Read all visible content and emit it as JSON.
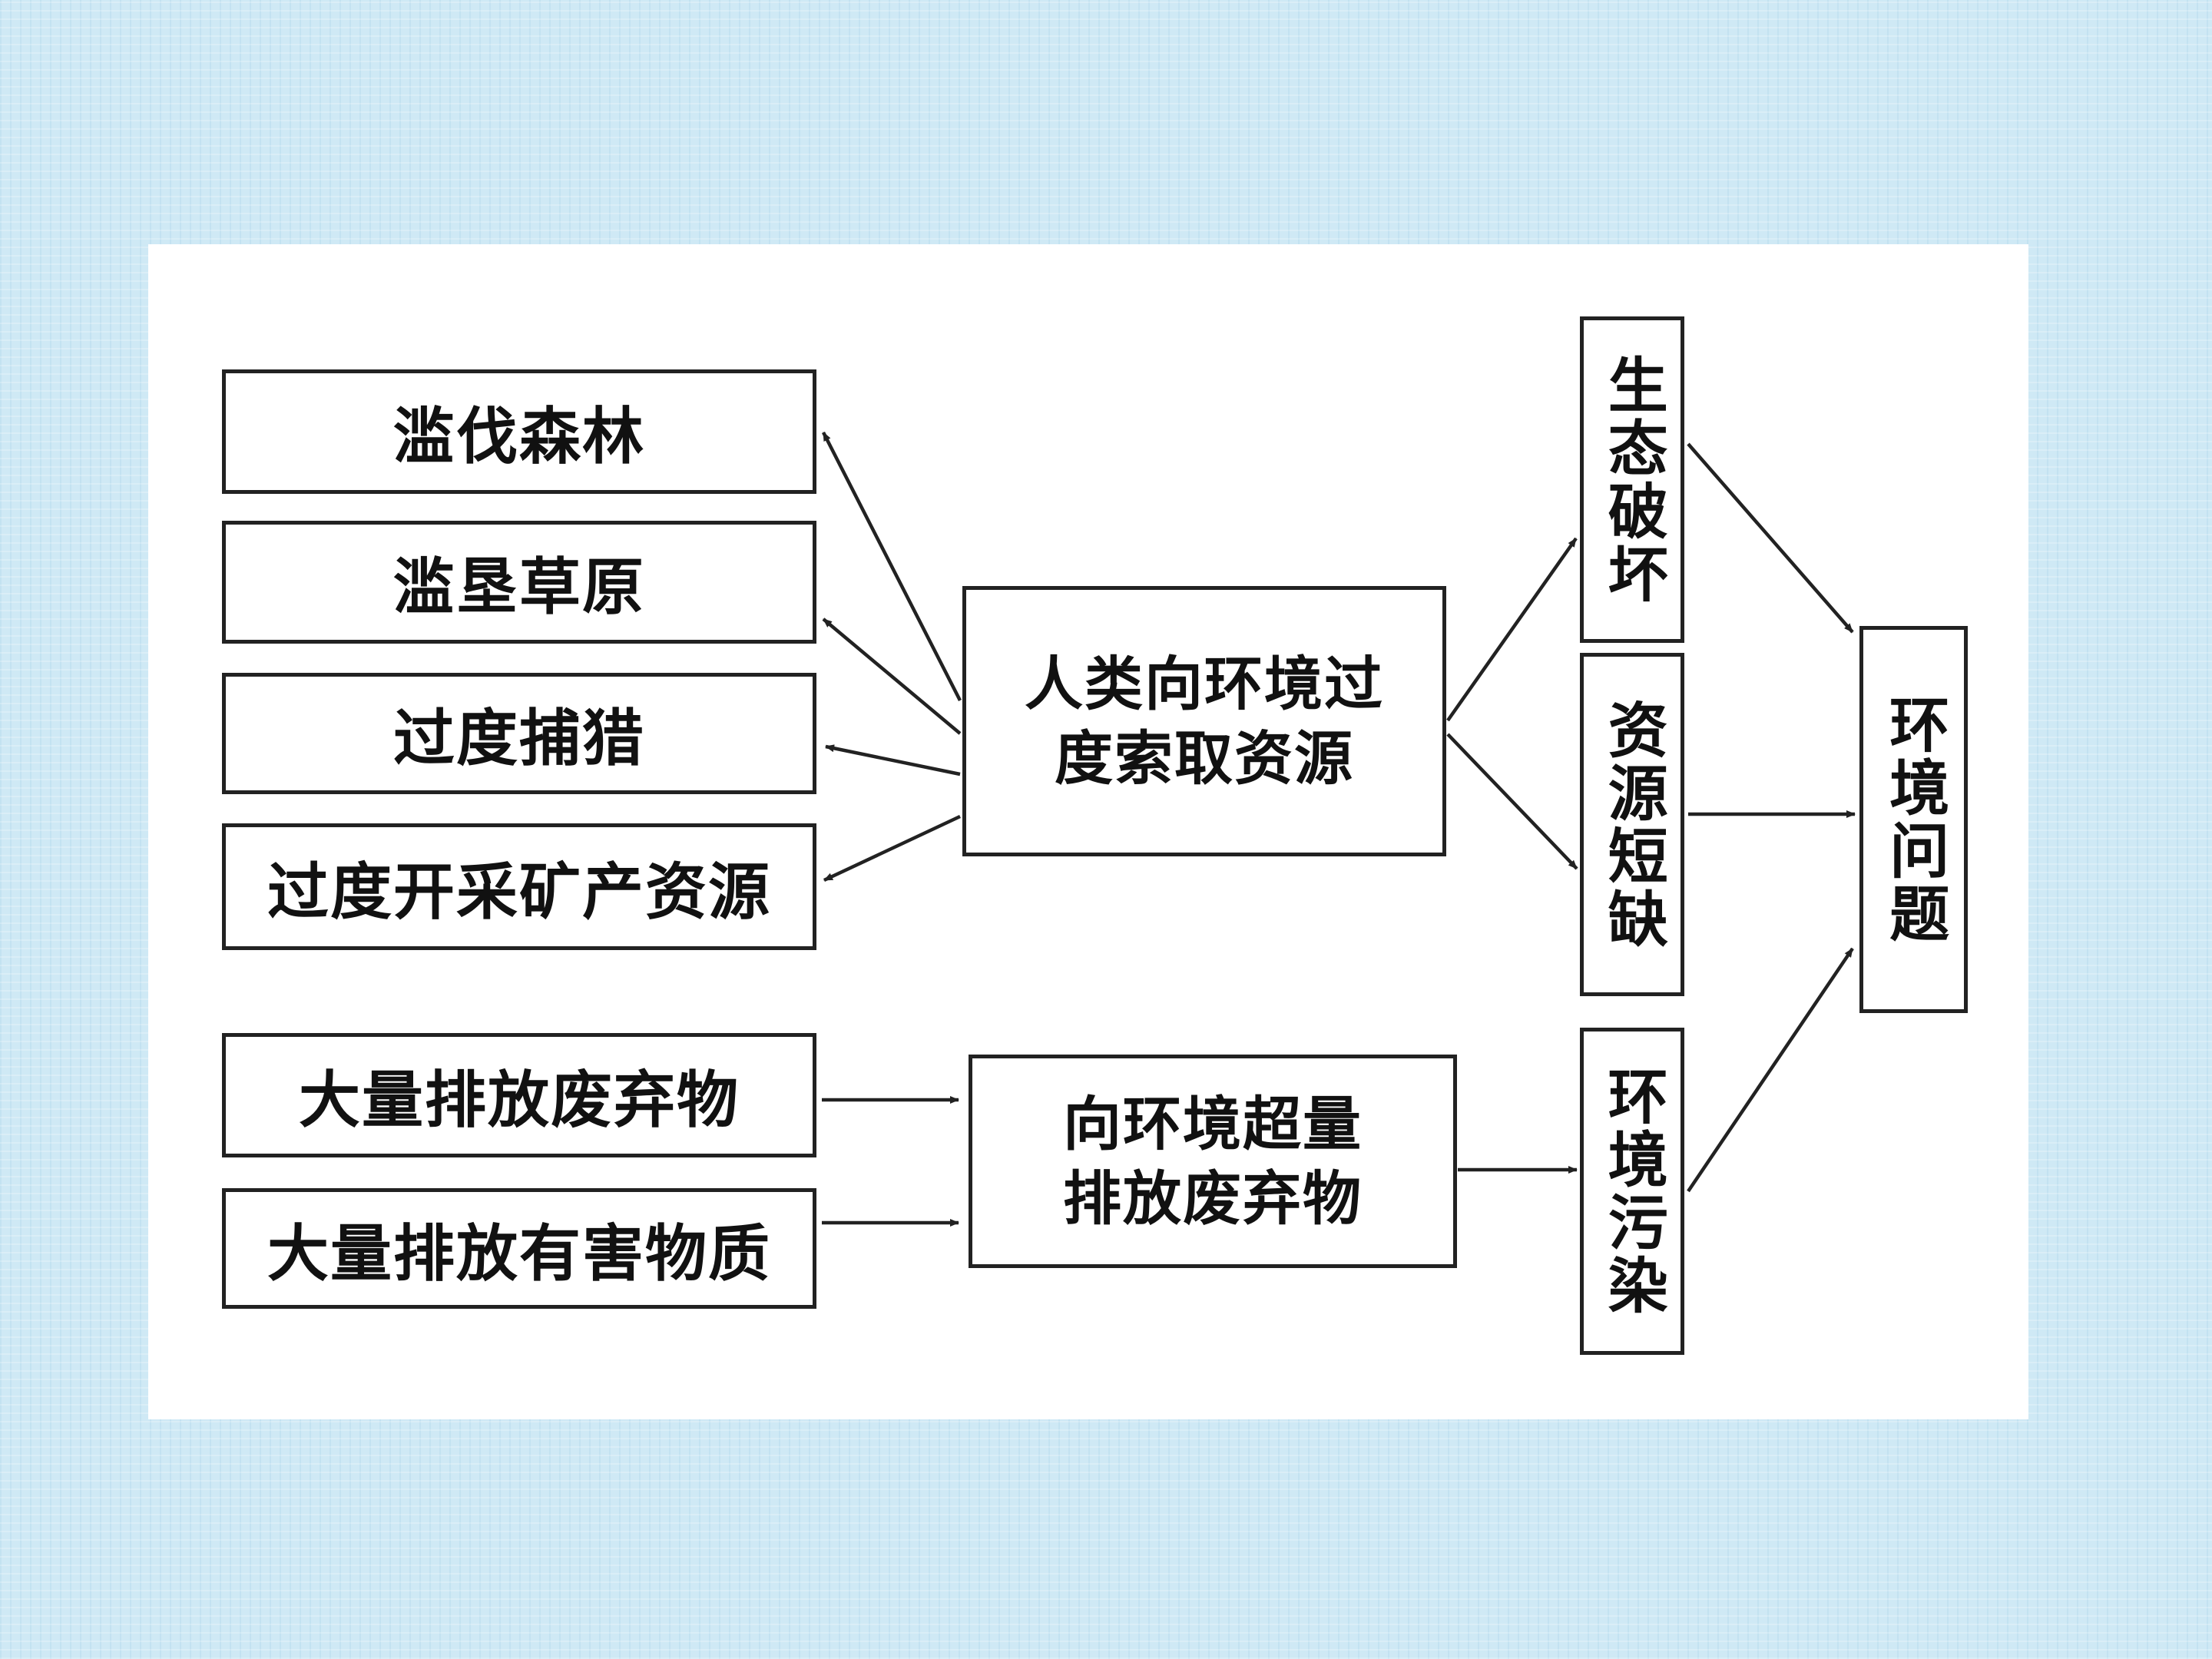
{
  "diagram": {
    "left_boxes": {
      "deforestation": "滥伐森林",
      "overgrazing": "滥垦草原",
      "overhunting": "过度捕猎",
      "overmining": "过度开采矿产资源",
      "waste_discharge": "大量排放废弃物",
      "harmful_discharge": "大量排放有害物质"
    },
    "center_boxes": {
      "over_extraction": "人类向环境过\n度索取资源",
      "excess_waste": "向环境超量\n排放废弃物"
    },
    "right_boxes": {
      "eco_damage": "生态破坏",
      "resource_shortage": "资源短缺",
      "pollution": "环境污染"
    },
    "result": "环境问题"
  },
  "colors": {
    "background": "#cfe9f5",
    "panel": "#ffffff",
    "stroke": "#222222"
  }
}
